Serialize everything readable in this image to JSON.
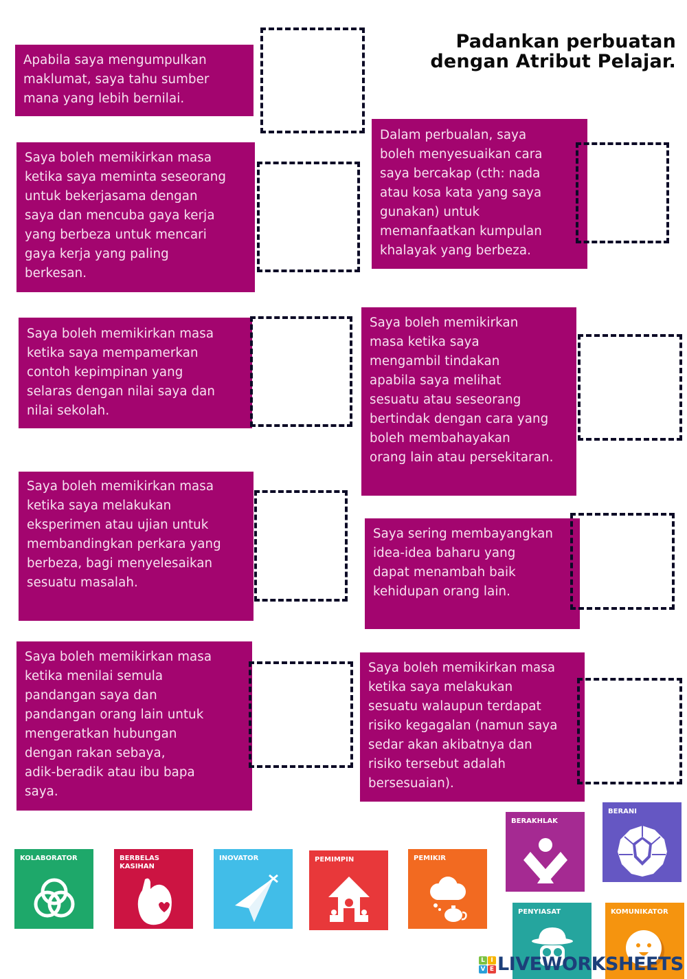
{
  "title": {
    "line1": "Padankan perbuatan",
    "line2": "dengan Atribut Pelajar."
  },
  "colors": {
    "card_bg": "#a3056f",
    "card_text": "#f7e3f1",
    "drop_border": "#0c0a26"
  },
  "cards": [
    {
      "lines": [
        "Apabila saya mengumpulkan",
        "maklumat, saya tahu sumber",
        "mana yang lebih bernilai."
      ]
    },
    {
      "lines": [
        "Saya boleh memikirkan masa",
        "ketika saya meminta seseorang",
        "untuk bekerjasama dengan",
        "saya dan mencuba gaya kerja",
        "yang berbeza untuk mencari",
        "gaya kerja yang paling",
        "berkesan."
      ]
    },
    {
      "lines": [
        "Dalam perbualan, saya",
        "boleh menyesuaikan cara",
        "saya bercakap (cth: nada",
        "atau kosa kata yang saya",
        "gunakan) untuk",
        "memanfaatkan kumpulan",
        "khalayak yang berbeza."
      ]
    },
    {
      "lines": [
        "Saya boleh memikirkan masa",
        "ketika saya mempamerkan",
        "contoh kepimpinan yang",
        "selaras dengan nilai saya dan",
        "nilai sekolah."
      ]
    },
    {
      "lines": [
        "Saya boleh memikirkan",
        "masa ketika saya",
        "mengambil tindakan",
        "apabila saya melihat",
        "sesuatu atau seseorang",
        "bertindak dengan cara yang",
        "boleh membahayakan",
        "orang lain atau persekitaran."
      ]
    },
    {
      "lines": [
        "Saya boleh memikirkan masa",
        "ketika saya melakukan",
        "eksperimen atau ujian untuk",
        "membandingkan perkara yang",
        "berbeza, bagi menyelesaikan",
        "sesuatu masalah."
      ]
    },
    {
      "lines": [
        "Saya sering membayangkan",
        "idea-idea baharu yang",
        "dapat menambah baik",
        "kehidupan orang lain."
      ]
    },
    {
      "lines": [
        "Saya boleh memikirkan masa",
        "ketika menilai semula",
        "pandangan saya dan",
        "pandangan orang lain untuk",
        "mengeratkan hubungan",
        "dengan rakan sebaya,",
        "adik-beradik atau ibu bapa",
        "saya."
      ]
    },
    {
      "lines": [
        "Saya boleh memikirkan masa",
        "ketika saya melakukan",
        "sesuatu walaupun terdapat",
        "risiko kegagalan (namun saya",
        "sedar akan akibatnya dan",
        "risiko tersebut adalah",
        "bersesuaian)."
      ]
    }
  ],
  "attributes": [
    {
      "label": "KOLABORATOR",
      "icon": "interlocking-circles-icon",
      "color": "#1ea86a"
    },
    {
      "label": "BERBELAS\nKASIHAN",
      "icon": "heart-organ-icon",
      "color": "#cc1442"
    },
    {
      "label": "INOVATOR",
      "icon": "paper-plane-icon",
      "color": "#41bde8"
    },
    {
      "label": "PEMIMPIN",
      "icon": "house-arrow-people-icon",
      "color": "#e8383a"
    },
    {
      "label": "PEMIKIR",
      "icon": "thought-cloud-teapot-icon",
      "color": "#f26a21"
    },
    {
      "label": "BERAKHLAK",
      "icon": "crossed-hands-icon",
      "color": "#a52a92"
    },
    {
      "label": "BERANI",
      "icon": "lion-head-icon",
      "color": "#6557c3"
    },
    {
      "label": "PENYIASAT",
      "icon": "explorer-binoculars-icon",
      "color": "#25a59e"
    },
    {
      "label": "KOMUNIKATOR",
      "icon": "smiley-face-icon",
      "color": "#f5940f"
    }
  ],
  "watermark": {
    "logo_letters": [
      "L",
      "I",
      "V",
      "E"
    ],
    "text": "LIVEWORKSHEETS"
  }
}
